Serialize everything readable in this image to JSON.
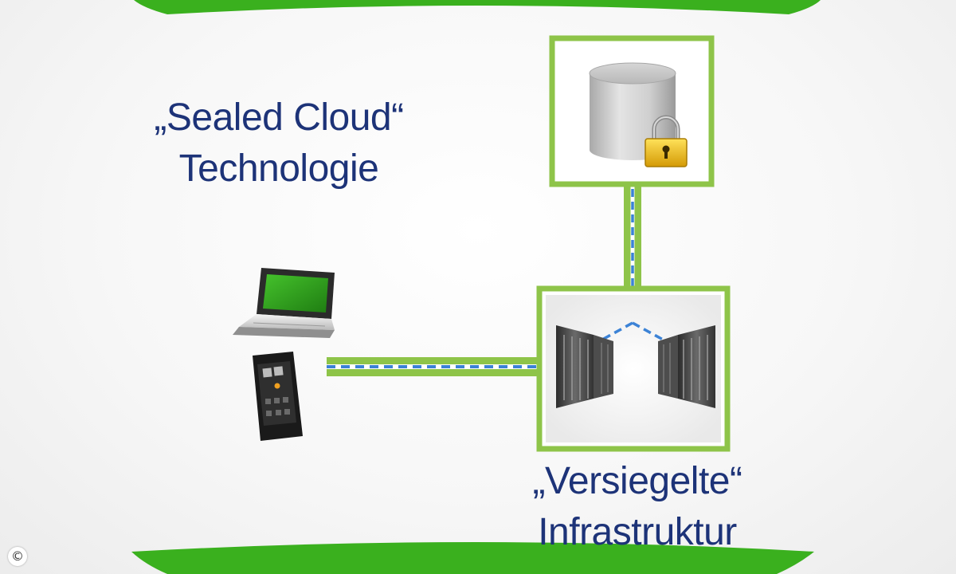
{
  "labels": {
    "title_line1": "„Sealed Cloud“",
    "title_line2": "Technologie",
    "infra_line1": "„Versiegelte“",
    "infra_line2": "Infrastruktur"
  },
  "copyright": "©",
  "icons": {
    "database": "database-icon",
    "lock": "lock-icon",
    "laptop": "laptop-icon",
    "smartphone": "smartphone-icon",
    "server_rack_left": "server-rack-icon",
    "server_rack_right": "server-rack-icon"
  },
  "colors": {
    "frame_green": "#8ec449",
    "arc_green": "#3ab01e",
    "dashed_blue": "#3b82d6",
    "text_navy": "#1d3378",
    "screen_green": "#2f9d1a",
    "lock_gold": "#e8b80f"
  }
}
